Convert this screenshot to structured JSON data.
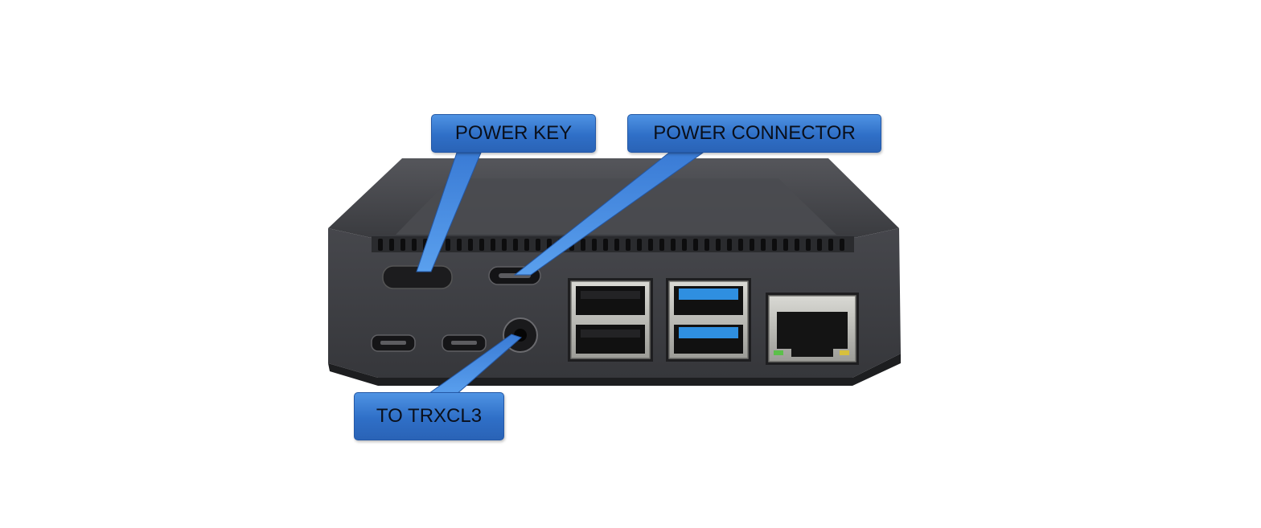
{
  "diagram": {
    "device": "mini-pc-case-rear-ports",
    "colors": {
      "callout": "#3478d4",
      "callout_border": "#2458a6",
      "case": "#3c3d41",
      "usb3_blue": "#2f8fe0"
    },
    "callouts": {
      "power_key": {
        "label": "POWER KEY"
      },
      "power_connector": {
        "label": "POWER CONNECTOR"
      },
      "to_trxcl3": {
        "label": "TO TRXCL3"
      }
    }
  }
}
